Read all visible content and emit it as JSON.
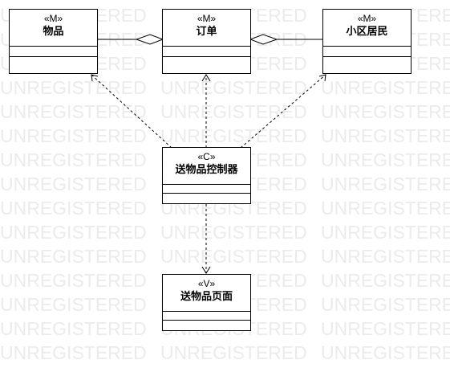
{
  "watermark": {
    "text": "UNREGISTERED"
  },
  "diagram": {
    "classes": {
      "wupin": {
        "stereotype": "«M»",
        "name": "物品"
      },
      "dingdan": {
        "stereotype": "«M»",
        "name": "订单"
      },
      "jumin": {
        "stereotype": "«M»",
        "name": "小区居民"
      },
      "controller": {
        "stereotype": "«C»",
        "name": "送物品控制器"
      },
      "page": {
        "stereotype": "«V»",
        "name": "送物品页面"
      }
    },
    "relations": [
      {
        "from": "wupin",
        "to": "dingdan",
        "type": "aggregation",
        "diamond_at": "dingdan"
      },
      {
        "from": "dingdan",
        "to": "jumin",
        "type": "aggregation",
        "diamond_at": "dingdan"
      },
      {
        "from": "controller",
        "to": "wupin",
        "type": "dependency"
      },
      {
        "from": "controller",
        "to": "dingdan",
        "type": "dependency"
      },
      {
        "from": "controller",
        "to": "jumin",
        "type": "dependency"
      },
      {
        "from": "controller",
        "to": "page",
        "type": "dependency"
      }
    ]
  }
}
